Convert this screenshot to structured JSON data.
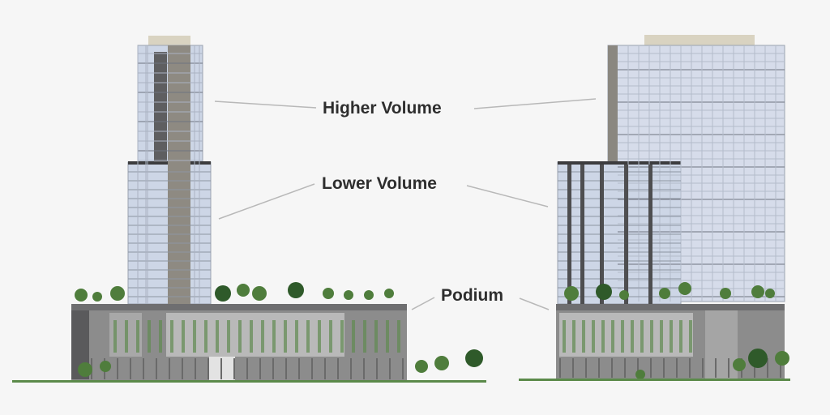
{
  "labels": {
    "higher_volume": "Higher Volume",
    "lower_volume": "Lower Volume",
    "podium": "Podium"
  },
  "colors": {
    "glass": "#cdd6e6",
    "core": "#8e8a82",
    "dark_strip": "#5e5e60",
    "podium": "#8c8c8c",
    "podium_panel": "#b9b9b9",
    "roof_cap": "#d9d3c1",
    "foliage": "#3f6b35",
    "leader_line": "#b8b8b8"
  }
}
